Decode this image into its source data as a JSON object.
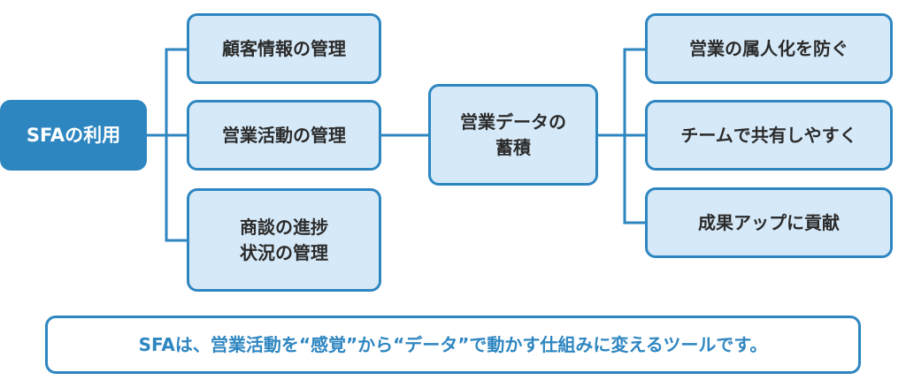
{
  "diagram": {
    "root": {
      "label": "SFAの利用"
    },
    "management": [
      {
        "label": "顧客情報の管理"
      },
      {
        "label": "営業活動の管理"
      },
      {
        "label": "商談の進捗\n状況の管理"
      }
    ],
    "center": {
      "label": "営業データの\n蓄積"
    },
    "outcomes": [
      {
        "label": "営業の属人化を防ぐ"
      },
      {
        "label": "チームで共有しやすく"
      },
      {
        "label": "成果アップに貢献"
      }
    ],
    "summary": {
      "text": "SFAは、営業活動を“感覚”から“データ”で動かす仕組みに変えるツールです。"
    }
  },
  "colors": {
    "accent": "#2e86c1",
    "node_fill": "#d6e9f8",
    "node_text": "#2b2b2b",
    "root_text": "#ffffff"
  }
}
